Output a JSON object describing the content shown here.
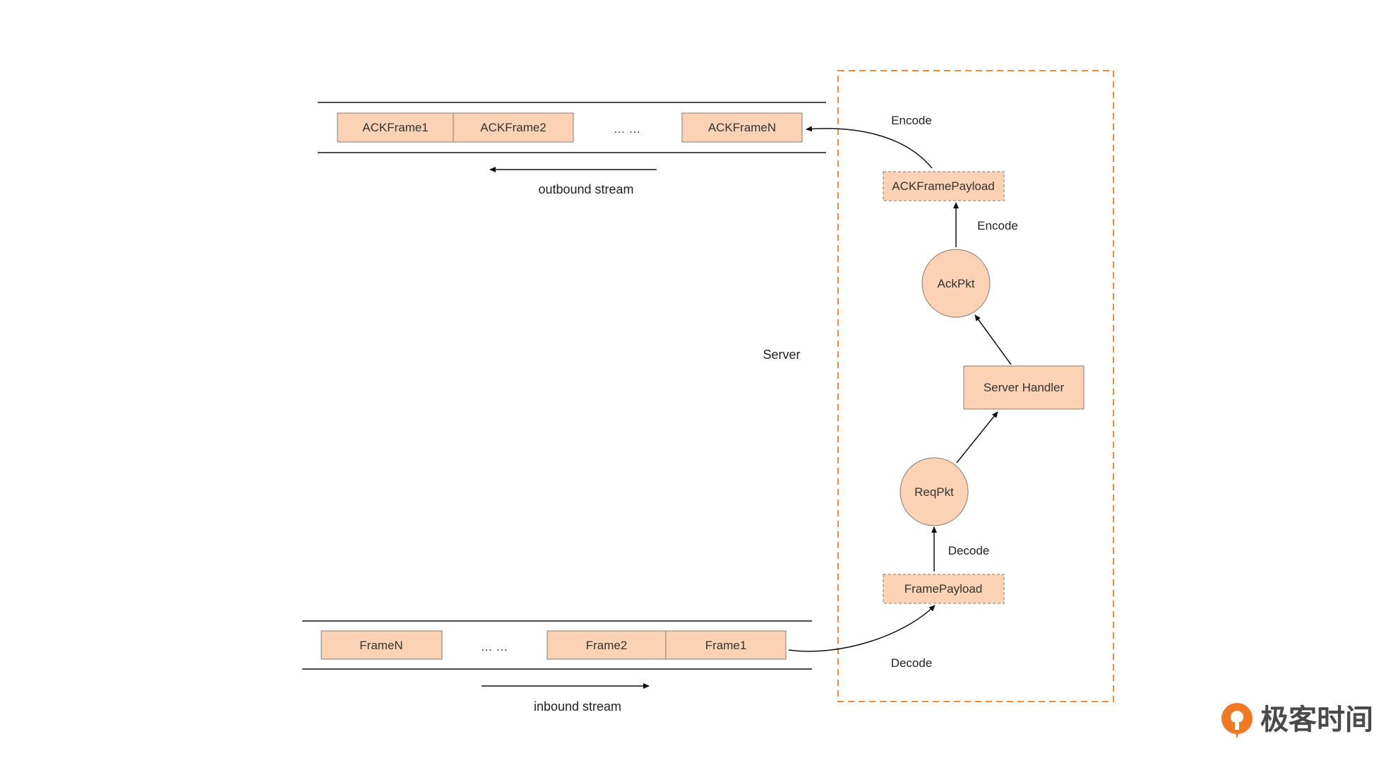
{
  "colors": {
    "box_fill": "#fbd3b4",
    "box_stroke": "#8a7a70",
    "server_border": "#f28a3b",
    "line": "#111111",
    "brand_orange": "#f07a23",
    "brand_text": "#4a4a4a"
  },
  "outbound": {
    "frames": [
      "ACKFrame1",
      "ACKFrame2",
      "ACKFrameN"
    ],
    "ellipsis": "… …",
    "caption": "outbound stream"
  },
  "inbound": {
    "frames": [
      "FrameN",
      "Frame2",
      "Frame1"
    ],
    "ellipsis": "… …",
    "caption": "inbound stream"
  },
  "server": {
    "label": "Server",
    "ack_frame_payload": "ACKFramePayload",
    "ack_pkt": "AckPkt",
    "handler": "Server  Handler",
    "req_pkt": "ReqPkt",
    "frame_payload": "FramePayload",
    "encode_top": "Encode",
    "encode_mid": "Encode",
    "decode_mid": "Decode",
    "decode_bottom": "Decode"
  },
  "brand": {
    "name": "极客时间",
    "logo_icon": "geektime-logo-icon"
  }
}
